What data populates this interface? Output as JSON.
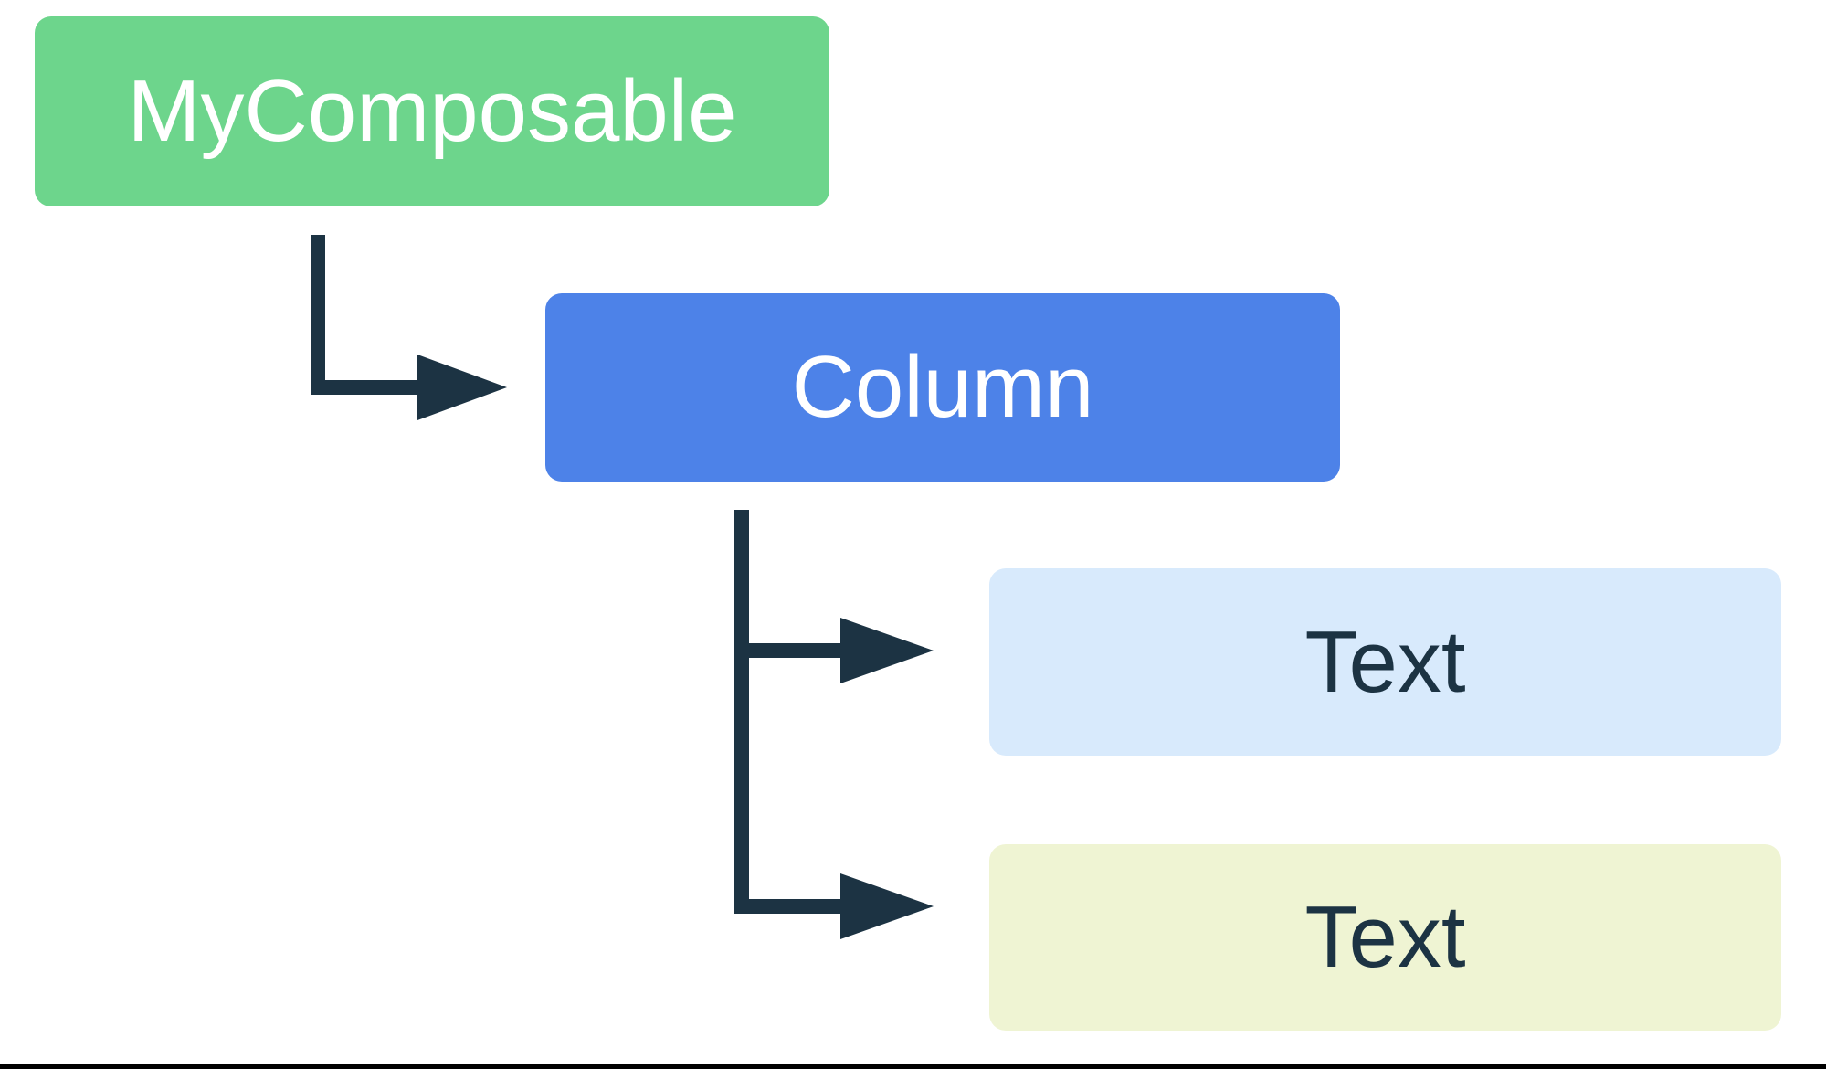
{
  "diagram": {
    "type": "tree",
    "nodes": [
      {
        "id": "my-composable",
        "label": "MyComposable",
        "bg": "#6DD58C",
        "text_color": "#FFFFFF"
      },
      {
        "id": "column",
        "label": "Column",
        "bg": "#4D82E8",
        "text_color": "#FFFFFF"
      },
      {
        "id": "text-1",
        "label": "Text",
        "bg": "#D8EAFC",
        "text_color": "#1C3343"
      },
      {
        "id": "text-2",
        "label": "Text",
        "bg": "#EFF4D3",
        "text_color": "#1C3343"
      }
    ],
    "edges": [
      {
        "from": "my-composable",
        "to": "column"
      },
      {
        "from": "column",
        "to": "text-1"
      },
      {
        "from": "column",
        "to": "text-2"
      }
    ],
    "colors": {
      "background": "#FFFFFF",
      "connector": "#1C3343",
      "bottom_rule": "#000000"
    }
  }
}
